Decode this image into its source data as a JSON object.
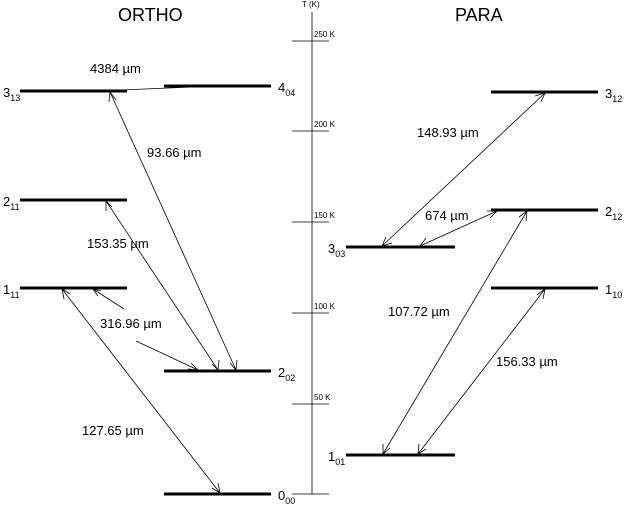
{
  "titles": {
    "ortho": "ORTHO",
    "para": "PARA"
  },
  "axis": {
    "label": "T (K)",
    "ticks": [
      {
        "value": 250,
        "label": "250 K"
      },
      {
        "value": 200,
        "label": "200 K"
      },
      {
        "value": 150,
        "label": "150 K"
      },
      {
        "value": 100,
        "label": "100 K"
      },
      {
        "value": 50,
        "label": "50 K"
      }
    ]
  },
  "levels": {
    "o000": {
      "main": "0",
      "sub": "00"
    },
    "o111": {
      "main": "1",
      "sub": "11"
    },
    "o202": {
      "main": "2",
      "sub": "02"
    },
    "o211": {
      "main": "2",
      "sub": "11"
    },
    "o313": {
      "main": "3",
      "sub": "13"
    },
    "o404": {
      "main": "4",
      "sub": "04"
    },
    "p101": {
      "main": "1",
      "sub": "01"
    },
    "p110": {
      "main": "1",
      "sub": "10"
    },
    "p212": {
      "main": "2",
      "sub": "12"
    },
    "p303": {
      "main": "3",
      "sub": "03"
    },
    "p312": {
      "main": "3",
      "sub": "12"
    }
  },
  "transitions": {
    "t4384": "4384  µm",
    "t9366": "93.66  µm",
    "t15335": "153.35  µm",
    "t31696": "316.96  µm",
    "t12765": "127.65  µm",
    "t14893": "148.93  µm",
    "t674": "674  µm",
    "t10772": "107.72  µm",
    "t15633": "156.33  µm"
  }
}
